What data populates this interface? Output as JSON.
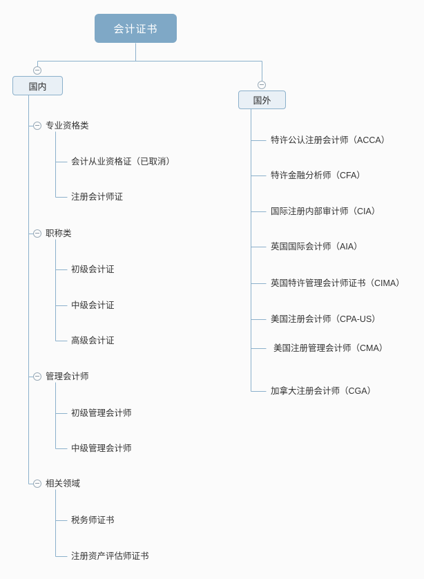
{
  "colors": {
    "background": "#fbfbfb",
    "root_fill": "#7fa8c6",
    "root_text": "#ffffff",
    "branch_fill": "#e9f0f6",
    "branch_border": "#8bb0cb",
    "connector": "#8bb0cb",
    "text": "#333333",
    "toggle_stroke": "#9aabb8"
  },
  "diagram": {
    "type": "mindmap-tree",
    "root": {
      "label": "会计证书",
      "toggle": "collapse-minus"
    },
    "branches": [
      {
        "id": "domestic",
        "label": "国内",
        "toggle": "collapse-minus",
        "categories": [
          {
            "id": "professional-qualification",
            "label": "专业资格类",
            "toggle": "collapse-minus",
            "leaves": [
              {
                "label": "会计从业资格证（已取消）"
              },
              {
                "label": "注册会计师证"
              }
            ]
          },
          {
            "id": "title-class",
            "label": "职称类",
            "toggle": "collapse-minus",
            "leaves": [
              {
                "label": "初级会计证"
              },
              {
                "label": "中级会计证"
              },
              {
                "label": "高级会计证"
              }
            ]
          },
          {
            "id": "management-accountant",
            "label": "管理会计师",
            "toggle": "collapse-minus",
            "leaves": [
              {
                "label": "初级管理会计师"
              },
              {
                "label": "中级管理会计师"
              }
            ]
          },
          {
            "id": "related-fields",
            "label": "相关领域",
            "toggle": "collapse-minus",
            "leaves": [
              {
                "label": "税务师证书"
              },
              {
                "label": "注册资产评估师证书"
              }
            ]
          }
        ]
      },
      {
        "id": "overseas",
        "label": "国外",
        "toggle": "collapse-minus",
        "leaves": [
          {
            "label": "特许公认注册会计师（ACCA）"
          },
          {
            "label": "特许金融分析师（CFA）"
          },
          {
            "label": "国际注册内部审计师（CIA）"
          },
          {
            "label": "英国国际会计师（AIA）"
          },
          {
            "label": "英国特许管理会计师证书（CIMA）"
          },
          {
            "label": "美国注册会计师（CPA-US）"
          },
          {
            "label": "美国注册管理会计师（CMA）"
          },
          {
            "label": "加拿大注册会计师（CGA）"
          }
        ]
      }
    ]
  }
}
